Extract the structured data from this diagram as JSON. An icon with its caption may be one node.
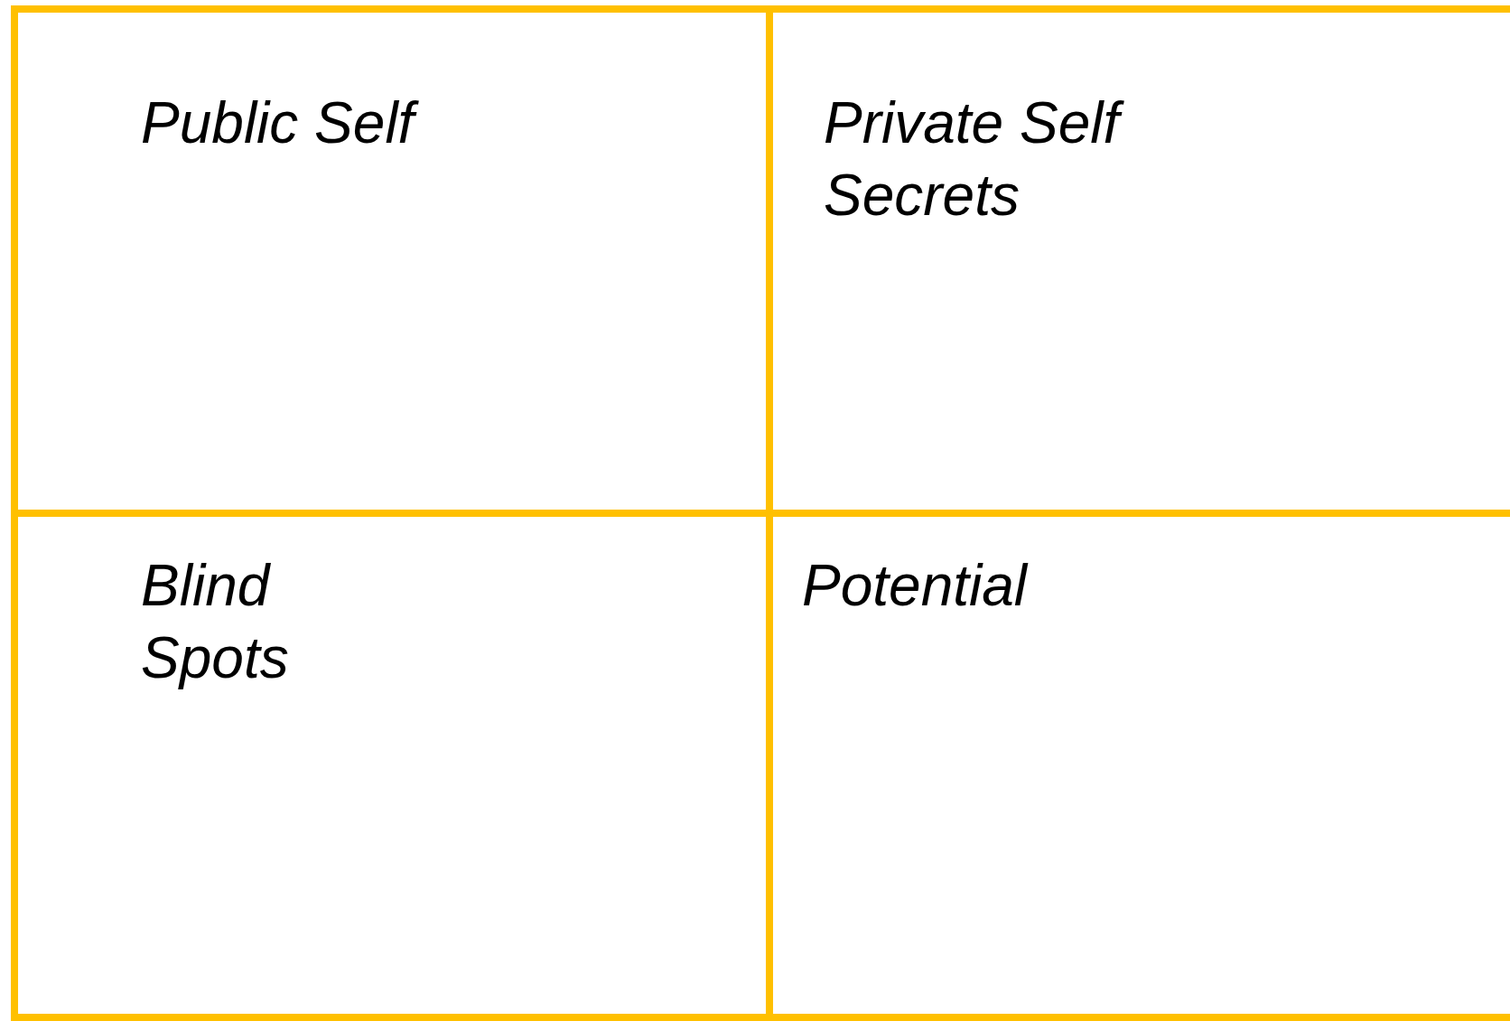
{
  "diagram": {
    "nodes": [
      {
        "text": [
          "Public Self"
        ]
      },
      {
        "text": [
          "Private Self Secrets"
        ]
      },
      {
        "text": [
          "Blind Spots"
        ]
      },
      {
        "text": [
          "Potential"
        ]
      }
    ]
  }
}
